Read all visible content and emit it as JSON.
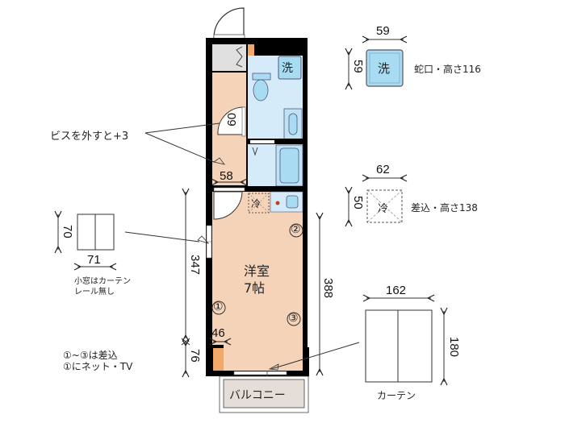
{
  "plan": {
    "room_label": "洋室",
    "room_size": "7帖",
    "washer_label": "洗",
    "fridge_label": "冷",
    "balcony_label": "バルコニー",
    "outlet_1": "①",
    "outlet_2": "②",
    "outlet_3": "③",
    "dim_toilet_door": "60",
    "dim_hall_width": "58",
    "dim_closet_width": "46",
    "dim_left_upper": "347",
    "dim_left_lower": "76",
    "dim_right": "388"
  },
  "annotations": {
    "screw_note": "ビスを外すと+3",
    "outlet_note_line1": "①~③は差込",
    "outlet_note_line2": "①にネット・TV"
  },
  "washer_detail": {
    "width": "59",
    "height": "59",
    "label": "洗",
    "note": "蛇口・高さ116"
  },
  "fridge_detail": {
    "width": "62",
    "height": "50",
    "label": "冷",
    "note": "差込・高さ138"
  },
  "small_window": {
    "width": "71",
    "height": "70",
    "note_line1": "小窓はカーテン",
    "note_line2": "レール無し"
  },
  "curtain": {
    "width": "162",
    "height": "180",
    "label": "カーテン"
  },
  "colors": {
    "room_floor": "#f5d3b8",
    "wet_area": "#d6ebfa",
    "fixture": "#a8dcf3",
    "wall": "#000000",
    "closet": "#f0a96a",
    "entry": "#e0e0e0",
    "balcony": "#e5ddd8"
  }
}
